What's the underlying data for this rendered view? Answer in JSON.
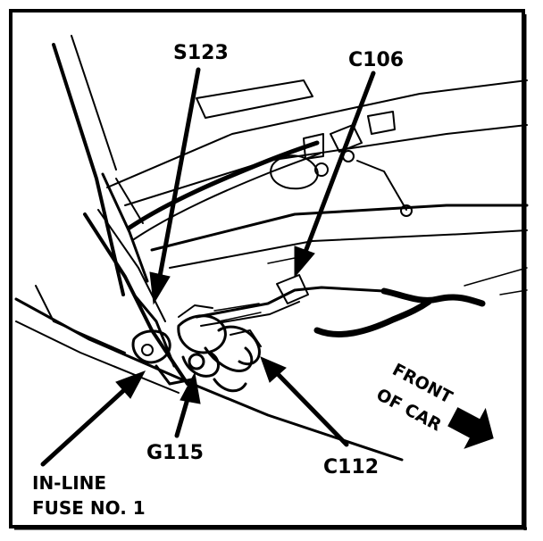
{
  "labels": {
    "s123": "S123",
    "c106": "C106",
    "front_line1": "FRONT",
    "front_line2": "OF CAR",
    "g115": "G115",
    "c112": "C112",
    "fuse_line1": "IN-LINE",
    "fuse_line2": "FUSE NO. 1"
  },
  "colors": {
    "ink": "#000000",
    "paper": "#ffffff"
  }
}
